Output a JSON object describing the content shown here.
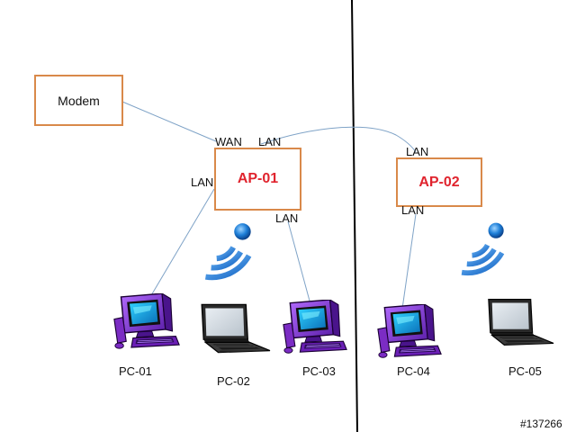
{
  "devices": {
    "modem": "Modem",
    "ap1": "AP-01",
    "ap2": "AP-02"
  },
  "ports": {
    "wan": "WAN",
    "lan": "LAN"
  },
  "pcs": {
    "pc1": "PC-01",
    "pc2": "PC-02",
    "pc3": "PC-03",
    "pc4": "PC-04",
    "pc5": "PC-05"
  },
  "watermark": "#137266",
  "colors": {
    "box_border": "#d9894a",
    "ap_text": "#e0242e",
    "link_line": "#7fa3c7",
    "divider": "#000000",
    "wifi_blue": "#1e7fd8"
  }
}
